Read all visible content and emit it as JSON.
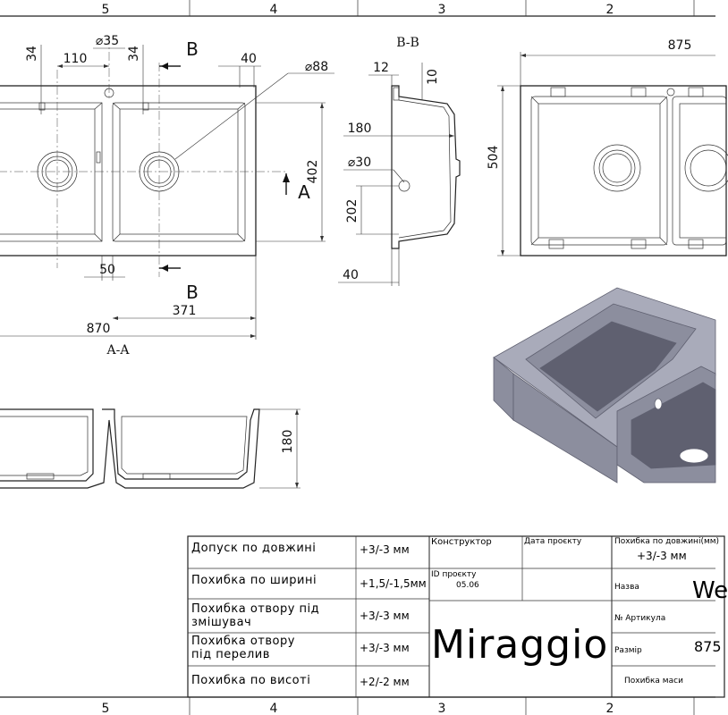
{
  "frame": {
    "top_zones": [
      "5",
      "4",
      "3",
      "2"
    ],
    "bottom_zones": [
      "5",
      "4",
      "3",
      "2"
    ]
  },
  "top_view": {
    "dims": {
      "left_width": "34",
      "tap_diameter": "⌀35",
      "right_width": "34",
      "offset_110": "110",
      "offset_40": "40",
      "drain_diameter": "⌀88",
      "height_402": "402",
      "bottom_50": "50",
      "width_371": "371",
      "total_870": "870"
    },
    "section_marks": {
      "b_top": "B",
      "b_bottom": "B",
      "a_right": "A"
    }
  },
  "section_bb": {
    "title": "B-B",
    "dims": {
      "d12": "12",
      "d10": "10",
      "d180": "180",
      "d30": "⌀30",
      "d202": "202",
      "d40": "40"
    }
  },
  "section_aa": {
    "title": "A-A",
    "dims": {
      "depth": "180"
    }
  },
  "side_view": {
    "dims": {
      "width": "875",
      "height": "504"
    }
  },
  "render": {
    "body_color": "#8c8e9e",
    "dark_color": "#5f6070",
    "light_color": "#a9abba"
  },
  "title_block": {
    "tolerances": [
      {
        "label": "Допуск по довжині",
        "value": "+3/-3 мм"
      },
      {
        "label": "Похибка по ширині",
        "value": "+1,5/-1,5мм"
      },
      {
        "label": "Похибка отвору під\nзмішувач",
        "value": "+3/-3 мм"
      },
      {
        "label": "Похибка отвору\nпід перелив",
        "value": "+3/-3 мм"
      },
      {
        "label": "Похибка по висоті",
        "value": "+2/-2 мм"
      }
    ],
    "designer_label": "Конструктор",
    "date_label": "Дата проєкту",
    "project_id_label": "ID проєкту",
    "project_id_value": "05.06",
    "brand": "Miraggio",
    "length_tol_label": "Похибка по довжині(мм)",
    "length_tol_value": "+3/-3 мм",
    "name_label": "Назва",
    "name_value": "We",
    "article_label": "№ Артикула",
    "size_label": "Размір",
    "size_value": "875",
    "mass_label": "Похибка маси"
  }
}
